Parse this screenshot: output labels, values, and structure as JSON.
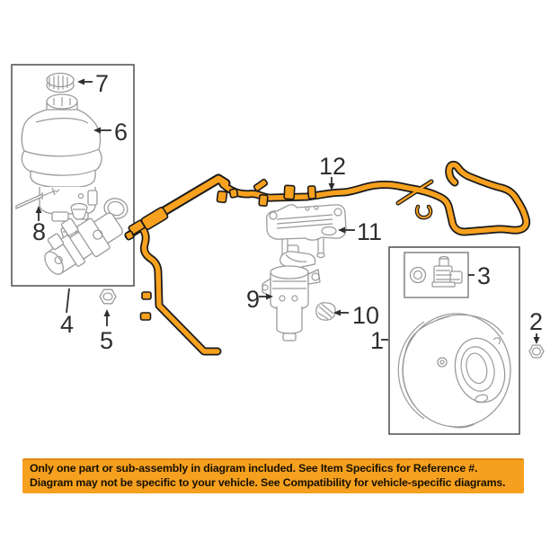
{
  "callouts": {
    "c1": "1",
    "c2": "2",
    "c3": "3",
    "c4": "4",
    "c5": "5",
    "c6": "6",
    "c7": "7",
    "c8": "8",
    "c9": "9",
    "c10": "10",
    "c11": "11",
    "c12": "12"
  },
  "banner": {
    "line1": "Only one part or sub-assembly in diagram included. See Item Specifics for Reference #.",
    "line2": "Diagram may not be specific to your vehicle. See Compatibility for vehicle-specific diagrams."
  },
  "colors": {
    "tube": "#F7A11E",
    "tube_outline": "#1A1A1A",
    "part_line": "#9A9A9A",
    "box_line": "#4D4D4D",
    "label": "#2E2E2E",
    "banner_bg": "#F6A01F",
    "banner_text": "#161000"
  }
}
